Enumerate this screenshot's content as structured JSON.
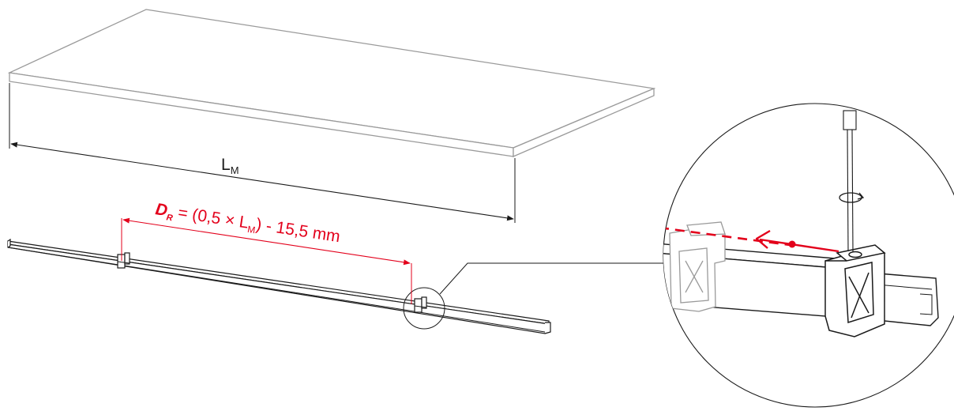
{
  "labels": {
    "length_symbol": "L",
    "length_subscript": "M",
    "formula_symbol": "D",
    "formula_symbol_subscript": "R",
    "formula_part1": " = (0,5 × L",
    "formula_subscript": "M",
    "formula_part2": ") - 15,5 mm"
  },
  "colors": {
    "accent": "#e3001b",
    "line": "#1a1a1a",
    "panel_edge": "#9a9a9a"
  },
  "icons": [
    "rotation-arrow-icon",
    "arrow-left-icon"
  ]
}
